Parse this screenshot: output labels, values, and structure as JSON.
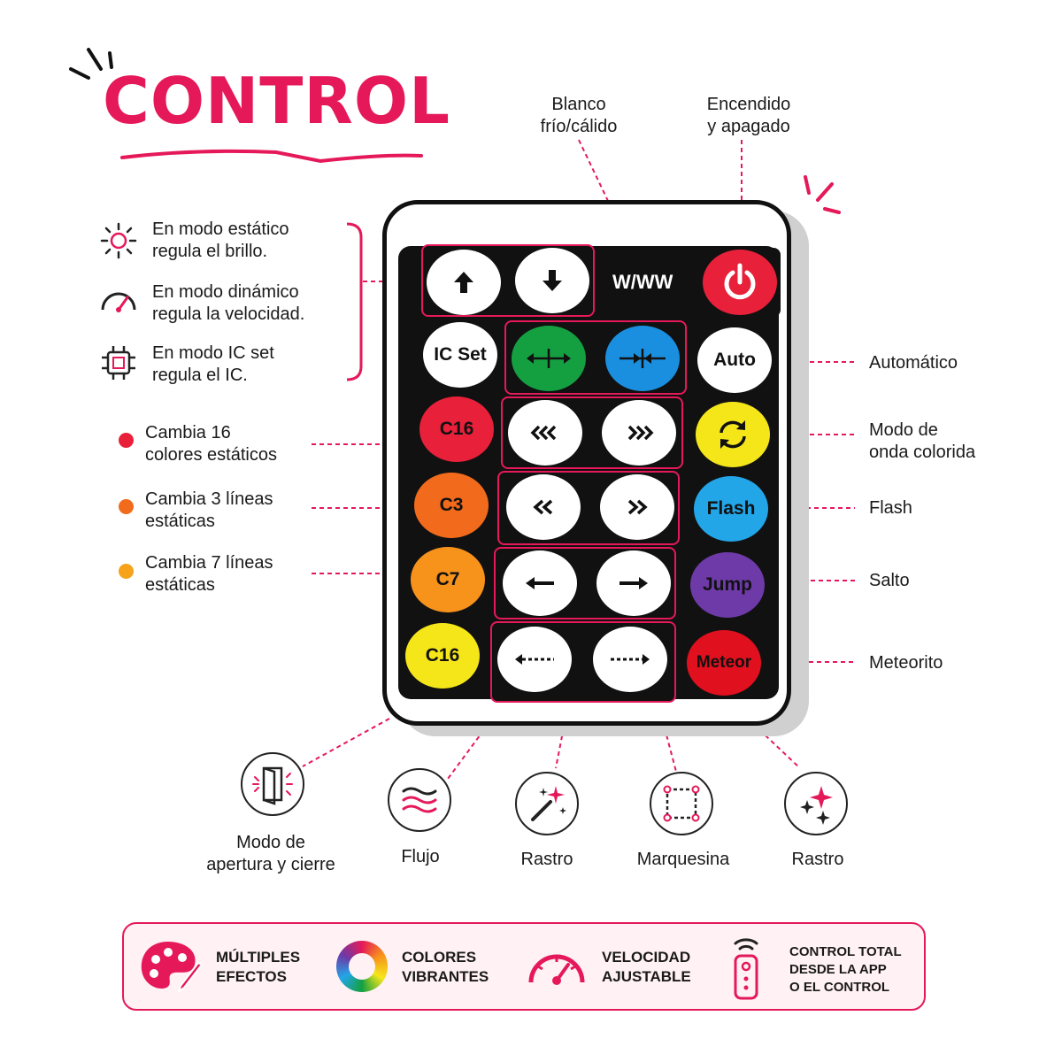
{
  "title": "CONTROL",
  "top_labels": {
    "white": "Blanco\nfrío/cálido",
    "power": "Encendido\ny apagado"
  },
  "left_labels": [
    {
      "text": "En modo estático\nregula el brillo.",
      "icon": "sun-icon"
    },
    {
      "text": "En modo dinámico\nregula la velocidad.",
      "icon": "speedometer-icon"
    },
    {
      "text": "En modo IC set\nregula el IC.",
      "icon": "chip-icon"
    },
    {
      "text": "Cambia 16\ncolores estáticos",
      "icon": "dot-red",
      "color": "#e8203a"
    },
    {
      "text": "Cambia 3 líneas\nestáticas",
      "icon": "dot-orange",
      "color": "#f26a1b"
    },
    {
      "text": "Cambia 7 líneas\nestáticas",
      "icon": "dot-amber",
      "color": "#f7a21b"
    }
  ],
  "right_labels": [
    "Automático",
    "Modo de\nonda colorida",
    "Flash",
    "Salto",
    "Meteorito"
  ],
  "remote": {
    "ww_label": "W/WW",
    "ic_set": "IC Set",
    "c16_red": "C16",
    "c3": "C3",
    "c7": "C7",
    "c16_yellow": "C16",
    "auto": "Auto",
    "flash": "Flash",
    "jump": "Jump",
    "meteor": "Meteor",
    "colors": {
      "red": "#e8203a",
      "orange": "#f26a1b",
      "amber": "#f7921b",
      "yellow": "#f5e61a",
      "green": "#14a040",
      "blue": "#1a8fe0",
      "cyan": "#22a6e8",
      "purple": "#6d3aa8",
      "meteor_red": "#e0101e",
      "accent": "#e5195a"
    }
  },
  "bottom_labels": [
    "Modo de\napertura y cierre",
    "Flujo",
    "Rastro",
    "Marquesina",
    "Rastro"
  ],
  "features": [
    {
      "text": "MÚLTIPLES\nEFECTOS",
      "icon": "palette-icon"
    },
    {
      "text": "COLORES\nVIBRANTES",
      "icon": "color-wheel-icon"
    },
    {
      "text": "VELOCIDAD\nAJUSTABLE",
      "icon": "gauge-icon"
    },
    {
      "text": "CONTROL TOTAL\nDESDE LA APP\nO EL CONTROL",
      "icon": "remote-icon"
    }
  ]
}
